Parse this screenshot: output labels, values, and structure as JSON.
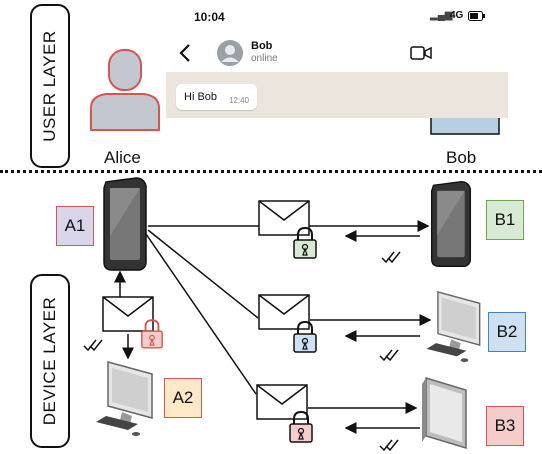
{
  "layers": {
    "user": "USER LAYER",
    "device": "DEVICE LAYER"
  },
  "people": {
    "alice": "Alice",
    "bob": "Bob"
  },
  "chat": {
    "time": "10:04",
    "network": "4G",
    "contact_name": "Bob",
    "contact_status": "online",
    "message_text": "Hi Bob",
    "message_time": "12:40"
  },
  "devices": {
    "a1": "A1",
    "a2": "A2",
    "b1": "B1",
    "b2": "B2",
    "b3": "B3"
  },
  "colors": {
    "a1_bg": "#d9d6ea",
    "a2_bg": "#fde9c8",
    "b1_bg": "#d8ead3",
    "b2_bg": "#cfe0f3",
    "b3_bg": "#f4cccc",
    "lock_red": "#f4cccc",
    "lock_green": "#d8ead3",
    "lock_blue": "#cfe0f3",
    "person_fill": "#c3c8d0",
    "person_fill_bob": "#b7cfe4"
  }
}
